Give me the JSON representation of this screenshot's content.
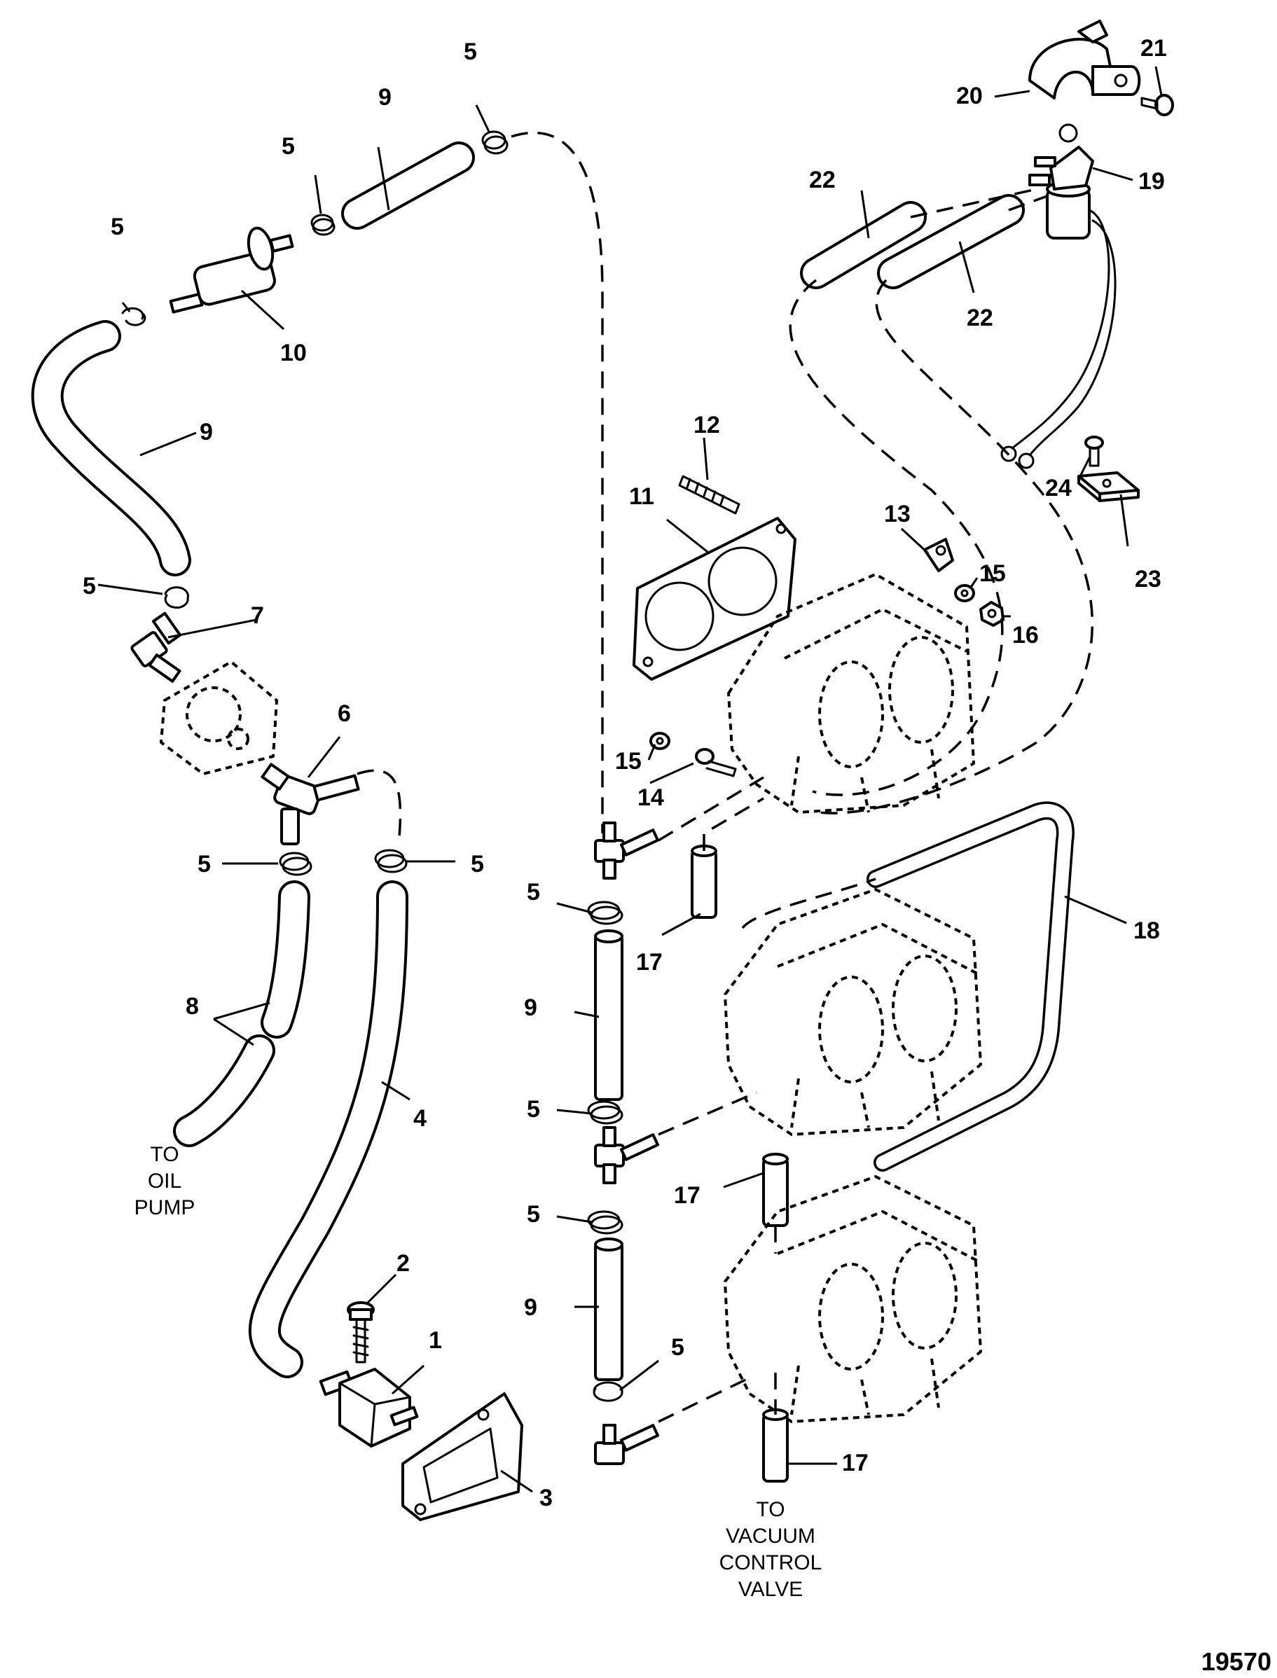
{
  "callouts": [
    {
      "id": "c1",
      "label": "1"
    },
    {
      "id": "c2",
      "label": "2"
    },
    {
      "id": "c3",
      "label": "3"
    },
    {
      "id": "c4",
      "label": "4"
    },
    {
      "id": "c5a",
      "label": "5"
    },
    {
      "id": "c5b",
      "label": "5"
    },
    {
      "id": "c5c",
      "label": "5"
    },
    {
      "id": "c5d",
      "label": "5"
    },
    {
      "id": "c5e",
      "label": "5"
    },
    {
      "id": "c5f",
      "label": "5"
    },
    {
      "id": "c5g",
      "label": "5"
    },
    {
      "id": "c5h",
      "label": "5"
    },
    {
      "id": "c5i",
      "label": "5"
    },
    {
      "id": "c5j",
      "label": "5"
    },
    {
      "id": "c6",
      "label": "6"
    },
    {
      "id": "c7",
      "label": "7"
    },
    {
      "id": "c8",
      "label": "8"
    },
    {
      "id": "c9a",
      "label": "9"
    },
    {
      "id": "c9b",
      "label": "9"
    },
    {
      "id": "c9c",
      "label": "9"
    },
    {
      "id": "c9d",
      "label": "9"
    },
    {
      "id": "c10",
      "label": "10"
    },
    {
      "id": "c11",
      "label": "11"
    },
    {
      "id": "c12",
      "label": "12"
    },
    {
      "id": "c13",
      "label": "13"
    },
    {
      "id": "c14",
      "label": "14"
    },
    {
      "id": "c15a",
      "label": "15"
    },
    {
      "id": "c15b",
      "label": "15"
    },
    {
      "id": "c16",
      "label": "16"
    },
    {
      "id": "c17a",
      "label": "17"
    },
    {
      "id": "c17b",
      "label": "17"
    },
    {
      "id": "c17c",
      "label": "17"
    },
    {
      "id": "c18",
      "label": "18"
    },
    {
      "id": "c19",
      "label": "19"
    },
    {
      "id": "c20",
      "label": "20"
    },
    {
      "id": "c21",
      "label": "21"
    },
    {
      "id": "c22a",
      "label": "22"
    },
    {
      "id": "c22b",
      "label": "22"
    },
    {
      "id": "c23",
      "label": "23"
    },
    {
      "id": "c24",
      "label": "24"
    }
  ],
  "notes": {
    "oil_pump": [
      "TO",
      "OIL",
      "PUMP"
    ],
    "vacuum_valve": [
      "TO",
      "VACUUM",
      "CONTROL",
      "VALVE"
    ]
  },
  "figure_number": "19570"
}
